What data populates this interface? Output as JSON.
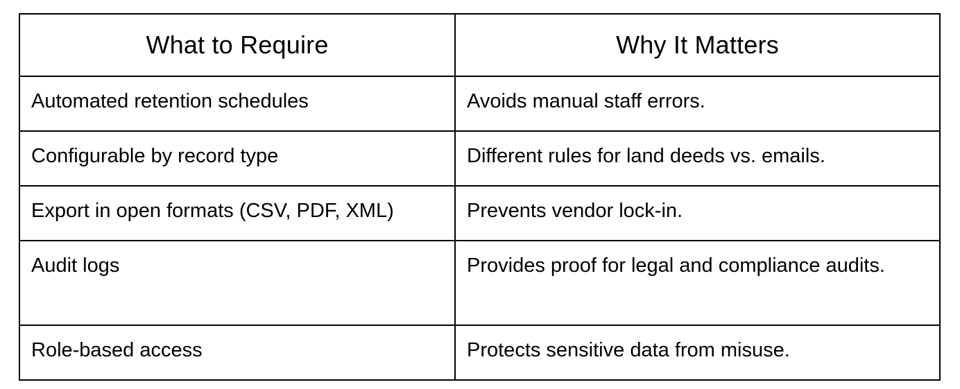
{
  "table": {
    "headers": [
      "What to Require",
      "Why It Matters"
    ],
    "rows": [
      [
        "Automated retention schedules",
        "Avoids manual staff errors."
      ],
      [
        "Configurable by record type",
        "Different rules for land deeds vs. emails."
      ],
      [
        "Export in open formats (CSV, PDF, XML)",
        "Prevents vendor lock-in."
      ],
      [
        "Audit logs",
        "Provides proof for legal and compliance audits."
      ],
      [
        "Role-based access",
        "Protects sensitive data from misuse."
      ]
    ]
  }
}
